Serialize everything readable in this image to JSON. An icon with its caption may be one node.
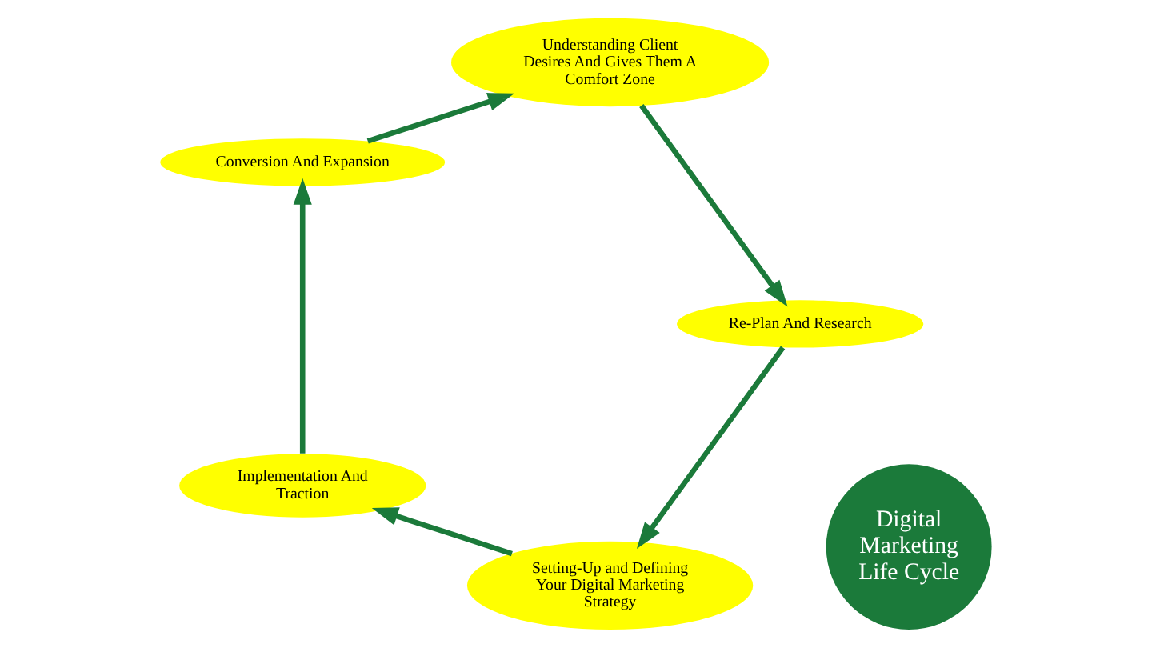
{
  "diagram": {
    "nodes": [
      {
        "text": [
          "Setting-Up and Defining Your Digital Marketing Strategy"
        ]
      },
      {
        "text": [
          "Implementation And Traction"
        ]
      },
      {
        "text": [
          "Conversion And Expansion"
        ]
      },
      {
        "text": [
          "Understanding Client Desires And Gives Them A Comfort Zone"
        ]
      },
      {
        "text": [
          "Re-Plan And Research"
        ]
      },
      {
        "text": [
          "Digital Marketing Life Cycle"
        ]
      }
    ],
    "edges": [
      {
        "from": 0,
        "to": 1,
        "arrow": "to"
      },
      {
        "from": 1,
        "to": 2,
        "arrow": "to"
      },
      {
        "from": 2,
        "to": 3,
        "arrow": "to"
      },
      {
        "from": 3,
        "to": 4,
        "arrow": "to"
      },
      {
        "from": 4,
        "to": 0,
        "arrow": "to"
      }
    ]
  }
}
